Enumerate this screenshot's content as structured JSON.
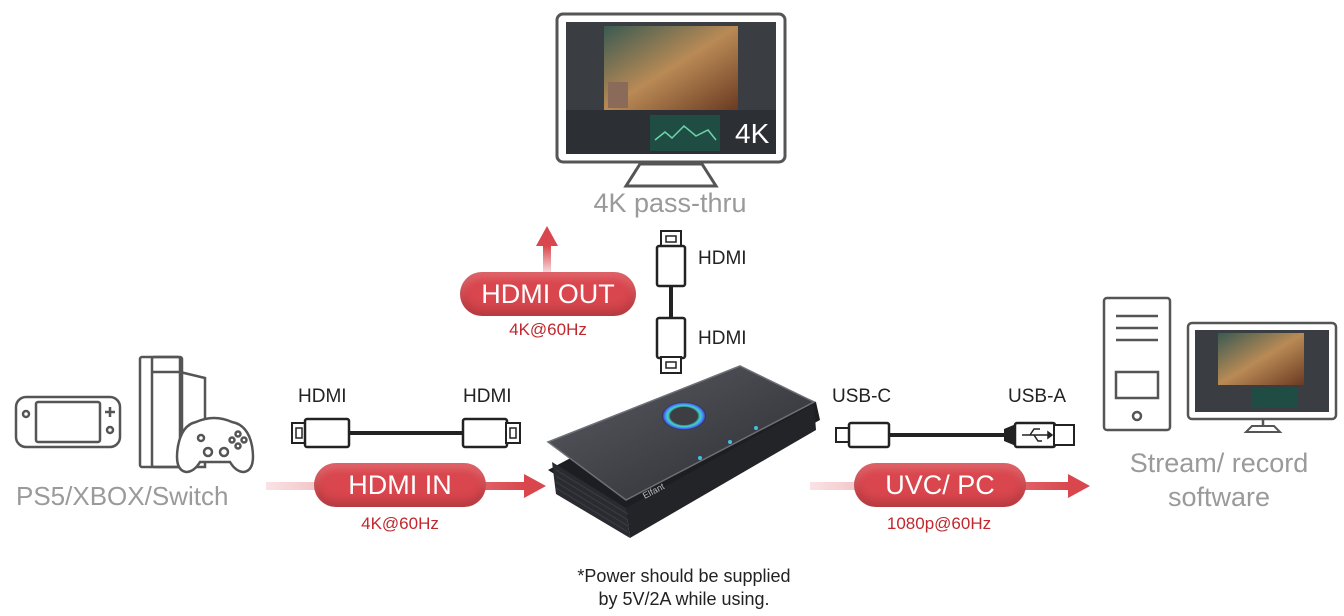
{
  "monitor": {
    "badge": "4K",
    "caption": "4K pass-thru"
  },
  "hdmi_out": {
    "pill": "HDMI OUT",
    "spec": "4K@60Hz",
    "cable_top_label": "HDMI",
    "cable_bottom_label": "HDMI"
  },
  "hdmi_in": {
    "pill": "HDMI IN",
    "spec": "4K@60Hz",
    "cable_left_label": "HDMI",
    "cable_right_label": "HDMI"
  },
  "uvc": {
    "pill": "UVC/ PC",
    "spec": "1080p@60Hz",
    "cable_left_label": "USB-C",
    "cable_right_label": "USB-A"
  },
  "source": {
    "caption": "PS5/XBOX/Switch"
  },
  "destination": {
    "caption_line1": "Stream/ record",
    "caption_line2": "software"
  },
  "device": {
    "brand": "Elfant"
  },
  "note": {
    "line1": "*Power should be supplied",
    "line2": "by 5V/2A while using."
  },
  "colors": {
    "accent_red": "#d9464d",
    "spec_red": "#c1272d",
    "grey_text": "#9a9a9a"
  }
}
